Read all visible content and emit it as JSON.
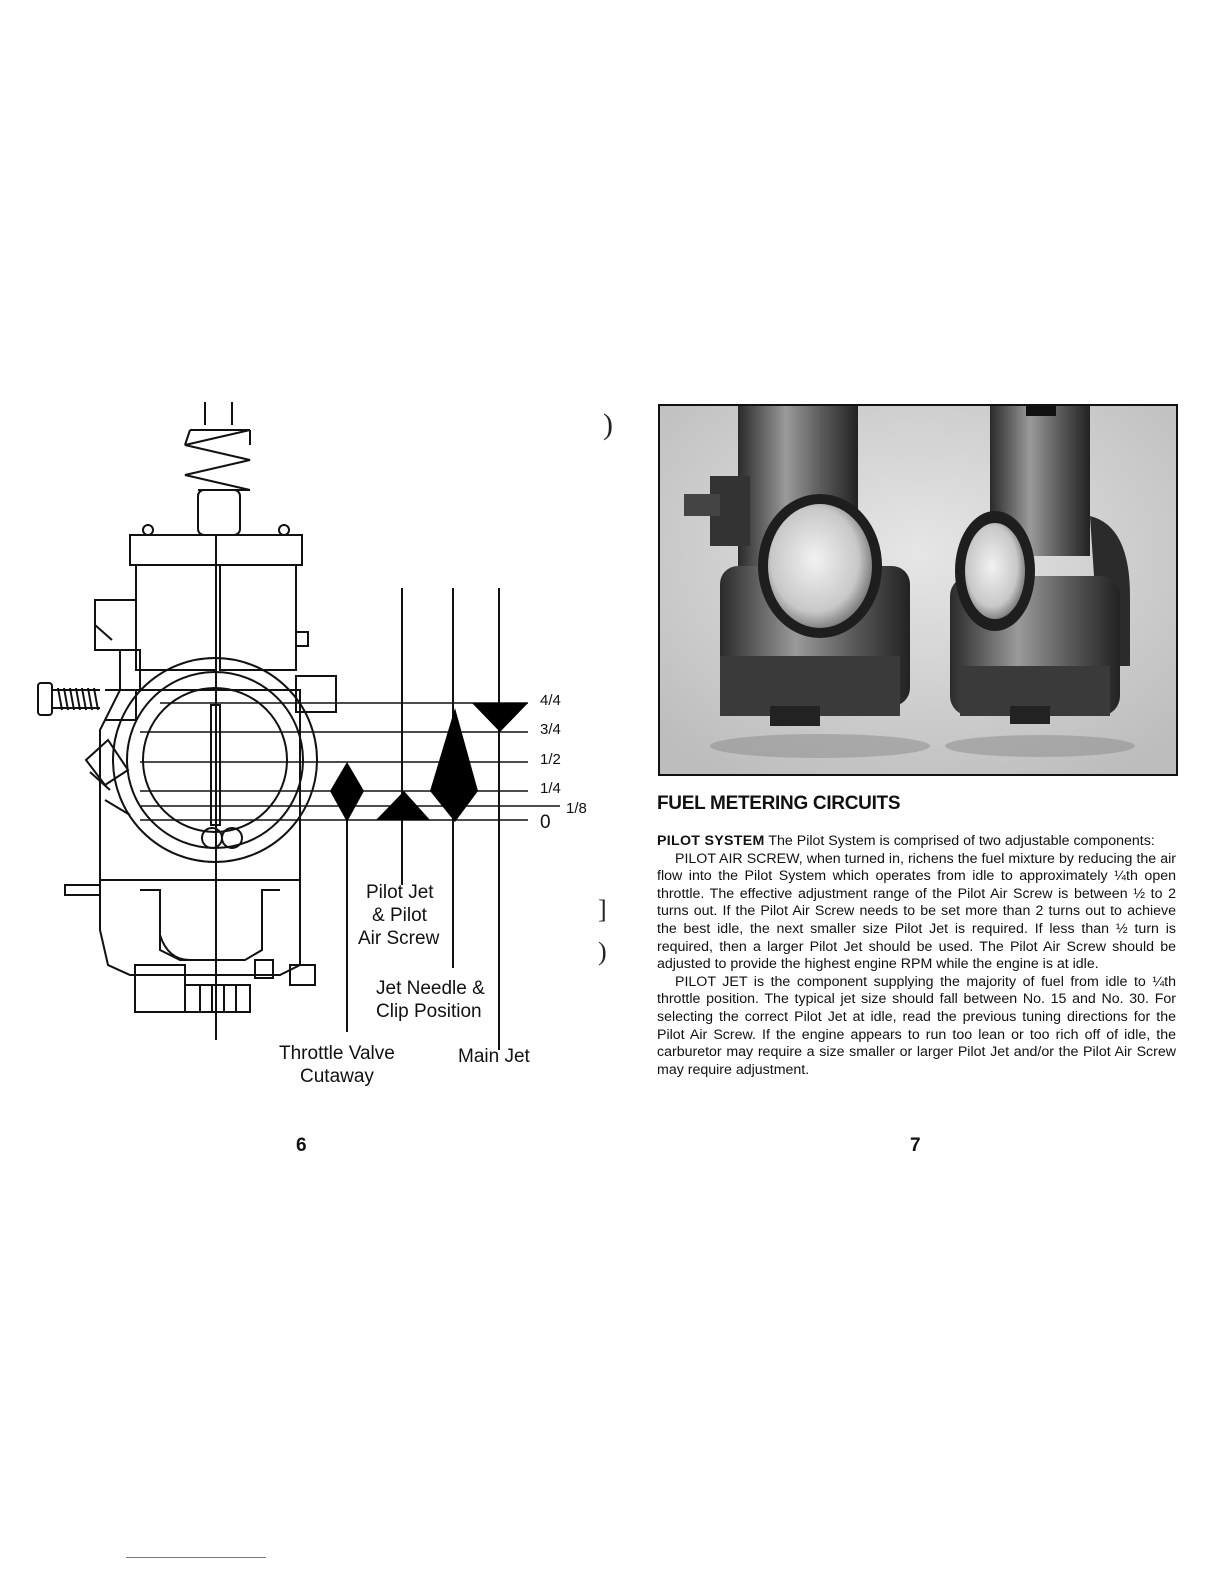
{
  "diagram": {
    "throttle_marks": [
      "4/4",
      "3/4",
      "1/2",
      "1/4",
      "1/8",
      "0"
    ],
    "labels": {
      "pilot_jet": [
        "Pilot Jet",
        "& Pilot",
        "Air Screw"
      ],
      "jet_needle": [
        "Jet Needle &",
        "Clip Position"
      ],
      "throttle_valve": [
        "Throttle Valve",
        "Cutaway"
      ],
      "main_jet": "Main Jet"
    },
    "page_number": "6"
  },
  "right_page": {
    "heading": "FUEL METERING CIRCUITS",
    "p1_lead": "PILOT SYSTEM",
    "p1_text": " The Pilot System is comprised of two adjustable components:",
    "p2": "PILOT AIR SCREW, when turned in, richens the fuel mixture by reducing the air flow into the Pilot System which operates from idle to approximately ¼th open throttle. The effective adjustment range of the Pilot Air Screw is between ½ to 2 turns out. If the Pilot Air Screw needs to be set more than 2 turns out to achieve the best idle, the next smaller size Pilot Jet is required. If less than ½ turn is required, then a larger Pilot Jet should be used. The Pilot Air Screw should be adjusted to provide the highest engine RPM while the engine is at idle.",
    "p3": "PILOT JET is the component supplying the majority of fuel from idle to ¼th throttle position. The typical jet size should fall between No. 15 and No. 30. For selecting the correct Pilot Jet at idle, read the previous tuning directions for the Pilot Air Screw. If the engine appears to run too lean or too rich off of idle, the carburetor may require a size smaller or larger Pilot Jet and/or the Pilot Air Screw may require adjustment.",
    "page_number": "7"
  }
}
